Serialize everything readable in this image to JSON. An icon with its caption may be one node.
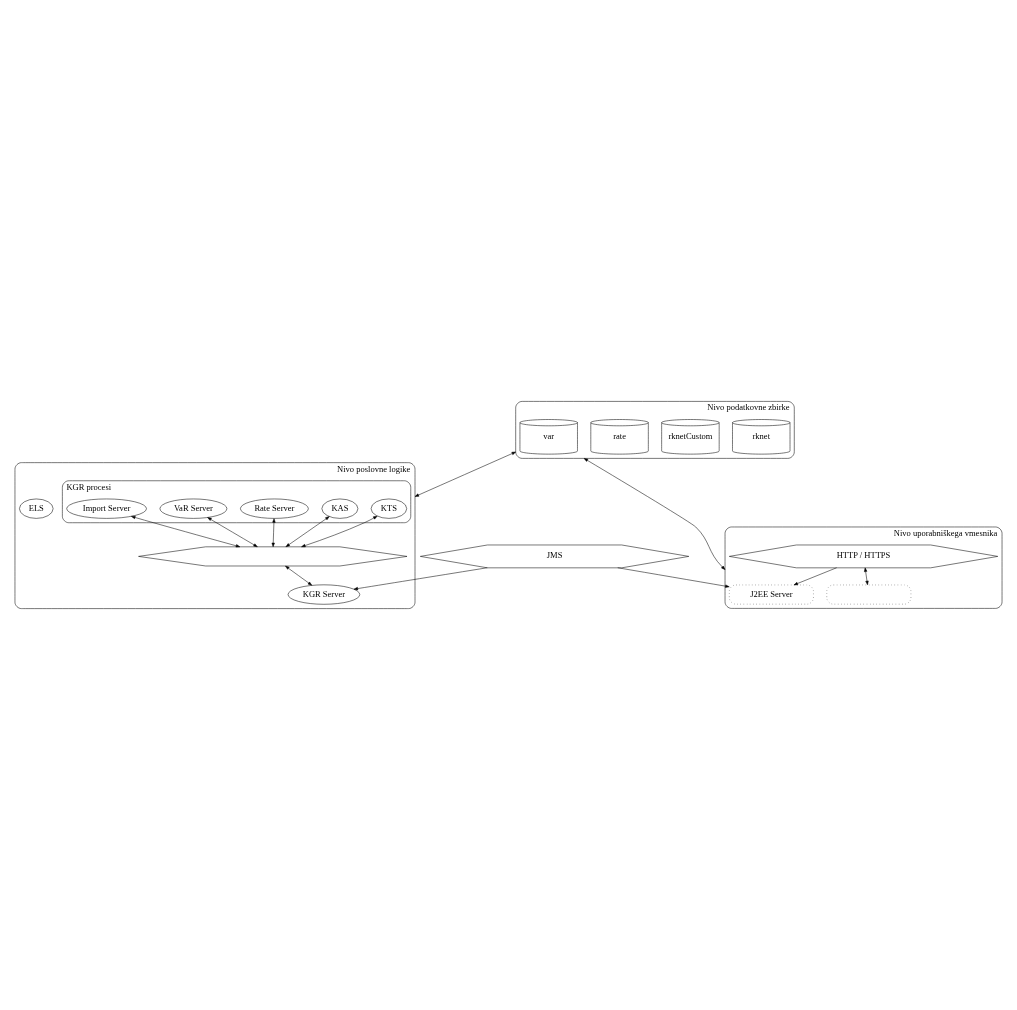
{
  "diagram": {
    "nodes": [
      {
        "text": [
          "Nivo podatkovne zbirke"
        ]
      },
      {
        "text": [
          "rknet"
        ],
        "in": 0
      },
      {
        "text": [
          "rknetCustom"
        ],
        "in": 0
      },
      {
        "text": [
          "rate"
        ],
        "in": 0
      },
      {
        "text": [
          "var"
        ],
        "in": 0
      },
      {
        "text": [
          "Nivo poslovne logike"
        ]
      },
      {
        "text": [
          "KGR procesi"
        ],
        "in": 5
      },
      {
        "text": [
          "KTS"
        ],
        "in": 6
      },
      {
        "text": [
          "KAS"
        ],
        "in": 6
      },
      {
        "text": [
          "Rate Server"
        ],
        "in": 6
      },
      {
        "text": [
          "VaR Server"
        ],
        "in": 6
      },
      {
        "text": [
          "Import Server"
        ],
        "in": 6
      },
      {
        "text": [],
        "shape": "bar",
        "in": 5
      },
      {
        "text": [
          "ELS"
        ],
        "in": 5
      },
      {
        "text": [
          "KGR Server"
        ],
        "in": 5
      },
      {
        "text": [
          "JMS"
        ]
      },
      {
        "text": [
          "Nivo uporabniškega vmesnika"
        ]
      },
      {
        "text": [
          "J2EE Server"
        ],
        "in": 16
      },
      {
        "text": [
          "HTTP / HTTPS"
        ],
        "in": 16
      },
      {
        "text": [],
        "shape": "box",
        "in": 16
      }
    ],
    "edges": [
      {
        "from": 0,
        "to": 5,
        "arrow": "both"
      },
      {
        "from": 0,
        "to": 16,
        "arrow": "both"
      },
      {
        "from": 7,
        "to": 12,
        "arrow": "both"
      },
      {
        "from": 8,
        "to": 12,
        "arrow": "both"
      },
      {
        "from": 9,
        "to": 12,
        "arrow": "both"
      },
      {
        "from": 10,
        "to": 12,
        "arrow": "both"
      },
      {
        "from": 11,
        "to": 12,
        "arrow": "both"
      },
      {
        "from": 12,
        "to": 14,
        "arrow": "both"
      },
      {
        "from": 15,
        "to": 14,
        "arrow": "to"
      },
      {
        "from": 15,
        "to": 17,
        "arrow": "to"
      },
      {
        "from": 18,
        "to": 17,
        "arrow": "to"
      },
      {
        "from": 18,
        "to": 19,
        "arrow": "both"
      }
    ]
  }
}
